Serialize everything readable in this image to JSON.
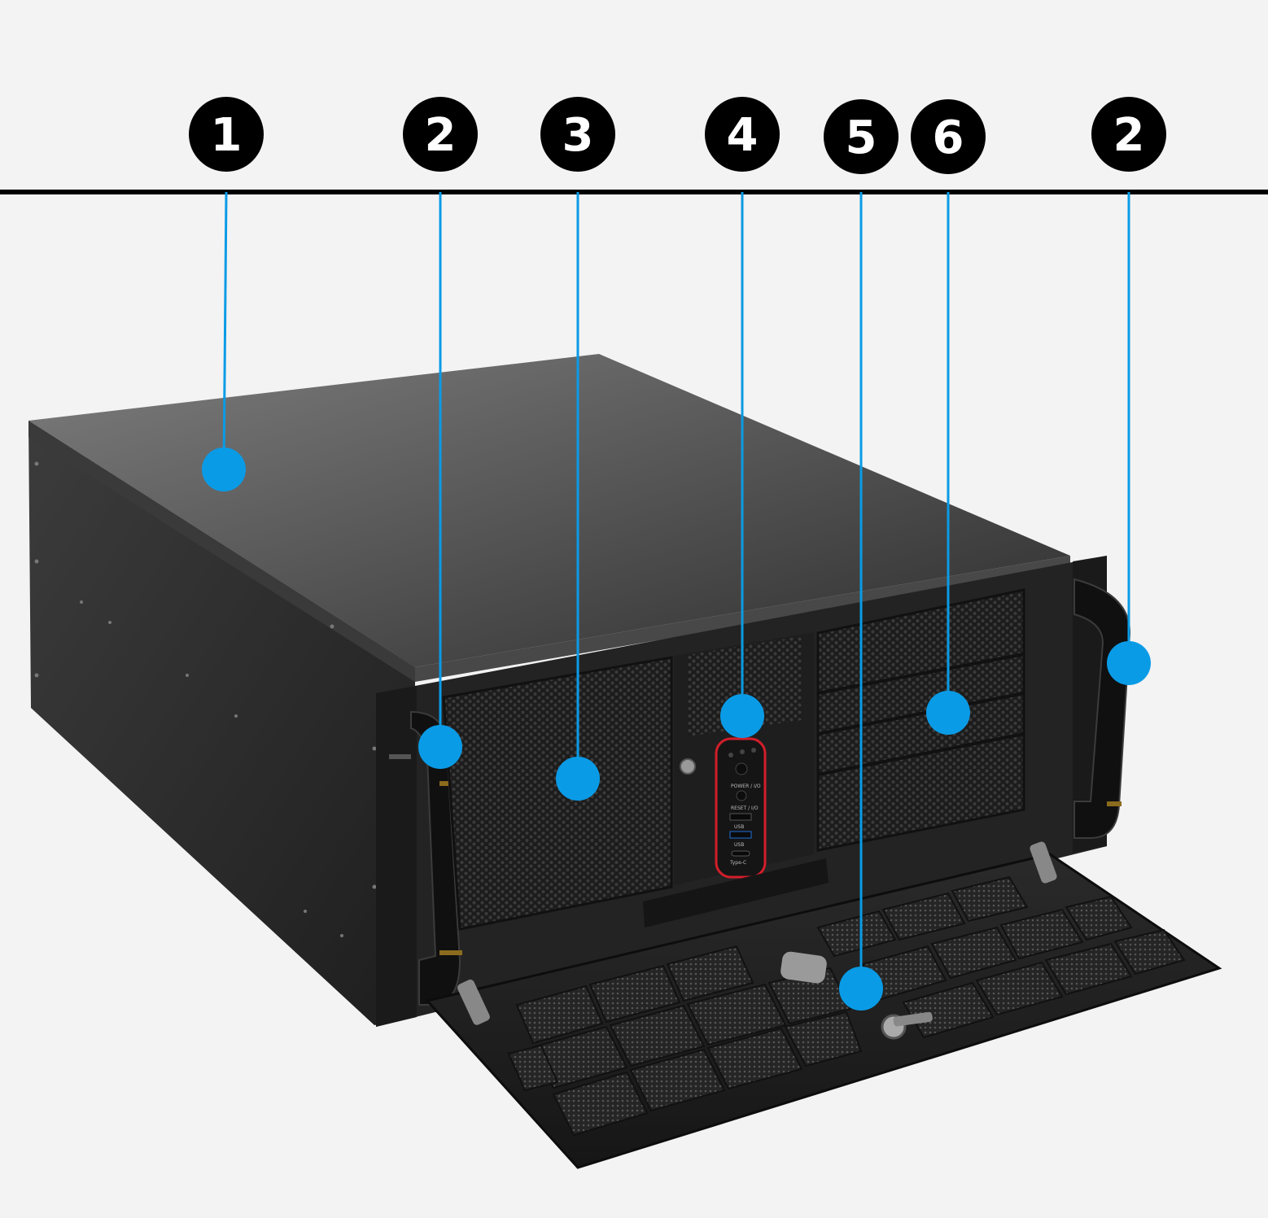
{
  "callouts": [
    {
      "id": "c1",
      "number": "1",
      "part": "top-cover"
    },
    {
      "id": "c2a",
      "number": "2",
      "part": "left-handle"
    },
    {
      "id": "c3",
      "number": "3",
      "part": "left-front-mesh"
    },
    {
      "id": "c4",
      "number": "4",
      "part": "front-io-panel"
    },
    {
      "id": "c5",
      "number": "5",
      "part": "front-door-lock"
    },
    {
      "id": "c6",
      "number": "6",
      "part": "drive-bay-mesh"
    },
    {
      "id": "c2b",
      "number": "2",
      "part": "right-handle"
    }
  ],
  "io_panel_labels": {
    "power": "POWER / I/O",
    "reset": "RESET / I/O",
    "usb": "USB",
    "usb3": "USB",
    "typec": "Type-C"
  },
  "colors": {
    "callout_fill": "#0a9be6",
    "callout_line": "#0a9be6",
    "number_bg": "#000000",
    "number_fg": "#ffffff",
    "highlight_ring": "#d21e2a",
    "case_body": "#2c2c2c",
    "background": "#f3f3f3"
  }
}
